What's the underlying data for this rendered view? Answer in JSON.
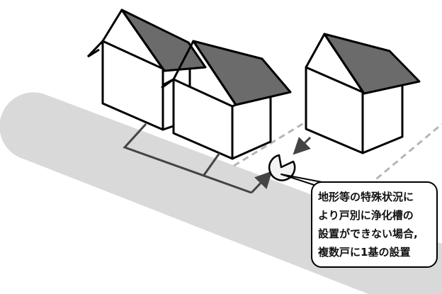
{
  "callout": {
    "lines": [
      "地形等の特殊状況に",
      "より戸別に浄化槽の",
      "設置ができない場合,",
      "複数戸に1基の設置"
    ]
  },
  "colors": {
    "road": "#d9d9d9",
    "roof": "#6b6b6b",
    "wall": "#ffffff",
    "outline": "#000000",
    "pipe": "#444444",
    "dashed_boundary": "#b5b5b5"
  },
  "icons": [
    "house-icon",
    "septic-tank-icon",
    "arrow-icon"
  ]
}
